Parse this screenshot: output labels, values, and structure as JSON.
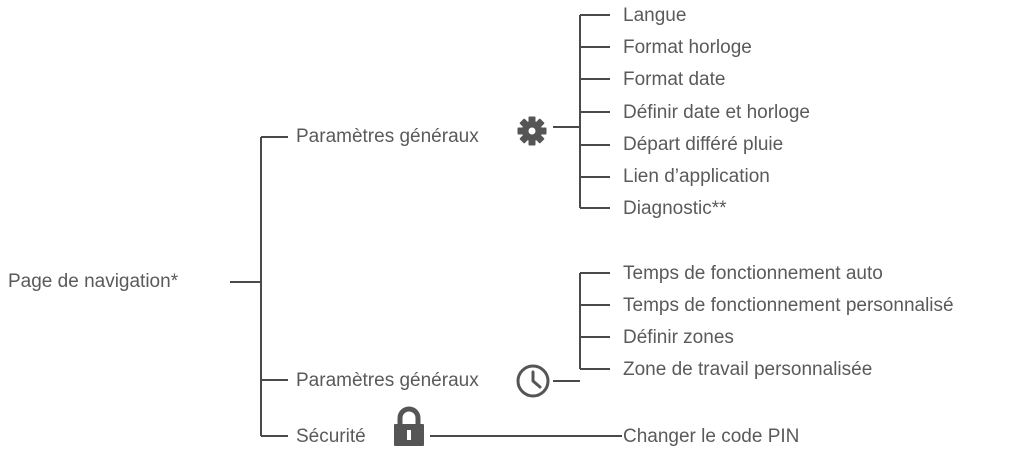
{
  "root": {
    "label": "Page de navigation*"
  },
  "branches": [
    {
      "label": "Paramètres généraux",
      "icon": "gear-icon",
      "children": [
        "Langue",
        "Format horloge",
        "Format date",
        "Définir date et horloge",
        "Départ différé pluie",
        "Lien d’application",
        "Diagnostic**"
      ]
    },
    {
      "label": "Paramètres généraux",
      "icon": "clock-icon",
      "children": [
        "Temps de fonctionnement auto",
        "Temps de fonctionnement personnalisé",
        "Définir zones",
        "Zone de travail personnalisée"
      ]
    },
    {
      "label": "Sécurité",
      "icon": "lock-icon",
      "children": [
        "Changer le code PIN"
      ]
    }
  ],
  "colors": {
    "line": "#4a4a4a",
    "text": "#5a5a5a",
    "icon": "#555555"
  }
}
